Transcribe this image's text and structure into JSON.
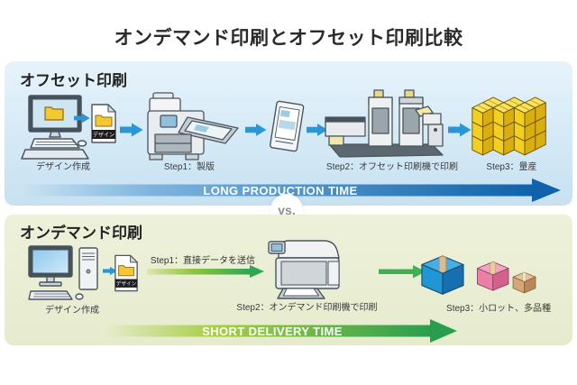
{
  "title": "オンデマンド印刷とオフセット印刷比較",
  "vs_label": "vs.",
  "offset_section": {
    "heading": "オフセット印刷",
    "design_caption": "デザイン作成",
    "file_label": "デザイン",
    "step1_caption": "Step1：製版",
    "step2_caption": "Step2：オフセット印刷機で印刷",
    "step3_caption": "Step3：量産",
    "timeline_label": "LONG PRODUCTION TIME"
  },
  "ondemand_section": {
    "heading": "オンデマンド印刷",
    "design_caption": "デザイン作成",
    "file_label": "デザイン",
    "step1_caption": "Step1：直接データを送信",
    "step2_caption": "Step2：オンデマンド印刷機で印刷",
    "step3_caption": "Step3：小ロット、多品種",
    "timeline_label": "SHORT DELIVERY TIME"
  },
  "icons": {
    "offset_flow": [
      "desktop-computer-icon",
      "design-file-icon",
      "platemaker-machine-icon",
      "printing-plate-icon",
      "offset-press-icon",
      "stacked-yellow-boxes-icon"
    ],
    "ondemand_flow": [
      "desktop-computer-icon",
      "design-file-icon",
      "digital-printer-icon",
      "assorted-product-boxes-icon"
    ]
  },
  "colors": {
    "offset_band_top": "#e7f3fb",
    "offset_band_bottom": "#c7e1f1",
    "ondemand_band": "#e8ecd2",
    "flow_arrow_blue": "#2a96d5",
    "flow_arrow_green": "#2fa653",
    "timeline_blue_end": "#0f62ab",
    "timeline_green_end": "#2a9e4f",
    "mass_box_yellow": "#f3cf22",
    "small_box_blue": "#2196d6",
    "small_box_pink": "#ec7fa8",
    "small_box_tan": "#d5a678"
  }
}
